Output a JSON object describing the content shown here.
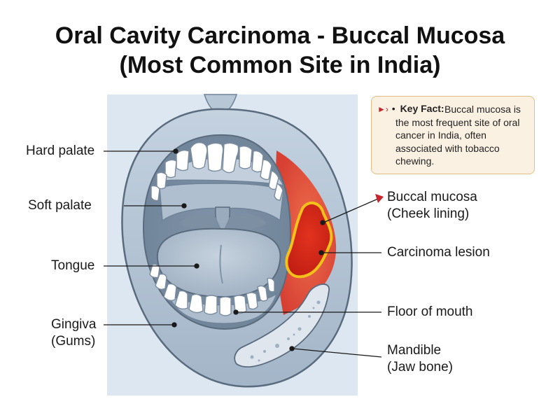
{
  "title": {
    "line1": "Oral Cavity Carcinoma - Buccal Mucosa",
    "line2": "(Most Common Site in India)"
  },
  "labels": {
    "hard_palate": "Hard palate",
    "soft_palate": "Soft palate",
    "tongue": "Tongue",
    "gingiva_line1": "Gingiva",
    "gingiva_line2": "(Gums)",
    "buccal_line1": "Buccal mucosa",
    "buccal_line2": "(Cheek lining)",
    "carcinoma": "Carcinoma lesion",
    "floor": "Floor of mouth",
    "mandible_line1": "Mandible",
    "mandible_line2": "(Jaw bone)"
  },
  "key_fact": {
    "bullet": "•",
    "heading": "Key Fact:",
    "text": "Buccal mucosa is the most frequent site of oral cancer in India, often associated with tobacco chewing."
  },
  "colors": {
    "lesion": "#d8261c",
    "lesion_border": "#f2c21b",
    "inflamed_cheek": "#e8533a",
    "tissue": "#a9b8c8",
    "panel_bg": "#dde7f1",
    "callout_bg": "#fbf1e3",
    "callout_border": "#e2bd84",
    "arrow": "#c8242b"
  }
}
